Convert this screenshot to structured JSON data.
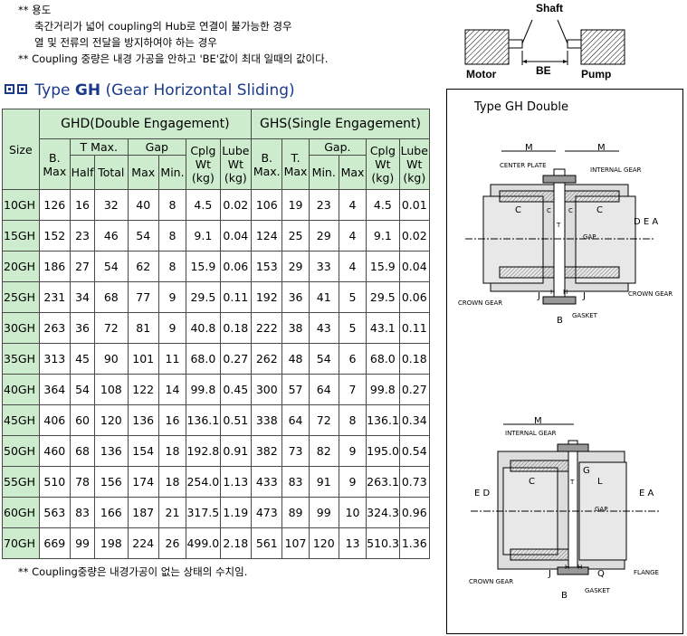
{
  "notes": {
    "line1": "** 용도",
    "line2": "축간거리가 넓어 coupling의 Hub로 연결이 불가능한 경우",
    "line3": "열 및 전류의 전달을 방지하여야 하는 경우",
    "line4": "** Coupling 중량은 내경 가공을 안하고 'BE'값이 최대 일때의 값이다."
  },
  "shaft_diagram": {
    "shaft": "Shaft",
    "motor": "Motor",
    "be": "BE",
    "pump": "Pump"
  },
  "title": {
    "prefix": "Type ",
    "bold": "GH",
    "suffix": " (Gear Horizontal Sliding)"
  },
  "table": {
    "size": "Size",
    "ghd": "GHD(Double Engagement)",
    "ghs": "GHS(Single Engagement)",
    "b_max": "B. Max",
    "t_max": "T Max.",
    "gap": "Gap",
    "cplg_wt": "Cplg Wt (kg)",
    "lube_wt": "Lube Wt (kg)",
    "ghs_b_max": "B. Max.",
    "ghs_t_max": "T. Max",
    "ghs_gap": "Gap.",
    "half": "Half",
    "total": "Total",
    "max": "Max",
    "min": "Min.",
    "ghs_min": "Min.",
    "ghs_max": "Max",
    "rows": [
      [
        "10GH",
        "126",
        "16",
        "32",
        "40",
        "8",
        "4.5",
        "0.02",
        "106",
        "19",
        "23",
        "4",
        "4.5",
        "0.01"
      ],
      [
        "15GH",
        "152",
        "23",
        "46",
        "54",
        "8",
        "9.1",
        "0.04",
        "124",
        "25",
        "29",
        "4",
        "9.1",
        "0.02"
      ],
      [
        "20GH",
        "186",
        "27",
        "54",
        "62",
        "8",
        "15.9",
        "0.06",
        "153",
        "29",
        "33",
        "4",
        "15.9",
        "0.04"
      ],
      [
        "25GH",
        "231",
        "34",
        "68",
        "77",
        "9",
        "29.5",
        "0.11",
        "192",
        "36",
        "41",
        "5",
        "29.5",
        "0.06"
      ],
      [
        "30GH",
        "263",
        "36",
        "72",
        "81",
        "9",
        "40.8",
        "0.18",
        "222",
        "38",
        "43",
        "5",
        "43.1",
        "0.11"
      ],
      [
        "35GH",
        "313",
        "45",
        "90",
        "101",
        "11",
        "68.0",
        "0.27",
        "262",
        "48",
        "54",
        "6",
        "68.0",
        "0.18"
      ],
      [
        "40GH",
        "364",
        "54",
        "108",
        "122",
        "14",
        "99.8",
        "0.45",
        "300",
        "57",
        "64",
        "7",
        "99.8",
        "0.27"
      ],
      [
        "45GH",
        "406",
        "60",
        "120",
        "136",
        "16",
        "136.1",
        "0.51",
        "338",
        "64",
        "72",
        "8",
        "136.1",
        "0.34"
      ],
      [
        "50GH",
        "460",
        "68",
        "136",
        "154",
        "18",
        "192.8",
        "0.91",
        "382",
        "73",
        "82",
        "9",
        "195.0",
        "0.54"
      ],
      [
        "55GH",
        "510",
        "78",
        "156",
        "174",
        "18",
        "254.0",
        "1.13",
        "433",
        "83",
        "91",
        "9",
        "263.1",
        "0.73"
      ],
      [
        "60GH",
        "563",
        "83",
        "166",
        "187",
        "21",
        "317.5",
        "1.19",
        "473",
        "89",
        "99",
        "10",
        "324.3",
        "0.96"
      ],
      [
        "70GH",
        "669",
        "99",
        "198",
        "224",
        "26",
        "499.0",
        "2.18",
        "561",
        "107",
        "120",
        "13",
        "510.3",
        "1.36"
      ]
    ]
  },
  "footnote": "** Coupling중량은 내경가공이 없는 상태의 수치임.",
  "diagram": {
    "title": "Type GH Double",
    "top": {
      "m1": "M",
      "m2": "M",
      "center_plate": "CENTER PLATE",
      "internal_gear": "INTERNAL GEAR",
      "c1": "C",
      "c2": "C",
      "c3": "C",
      "c4": "C",
      "t": "T",
      "gap": "GAP",
      "dea": "D E A",
      "crown_gear_l": "CROWN GEAR",
      "crown_gear_r": "CROWN GEAR",
      "j1": "J",
      "j2": "J",
      "h1": "H",
      "h2": "H",
      "b": "B",
      "gasket": "GASKET"
    },
    "bottom": {
      "m": "M",
      "internal_gear": "INTERNAL GEAR",
      "g": "G",
      "c1": "C",
      "t": "T",
      "l": "L",
      "gap": "GAP",
      "ed": "E D",
      "ea": "E A",
      "crown_gear": "CROWN GEAR",
      "flange": "FLANGE",
      "j": "J",
      "h1": "H",
      "h2": "H",
      "q": "Q",
      "b": "B",
      "gasket": "GASKET"
    }
  }
}
